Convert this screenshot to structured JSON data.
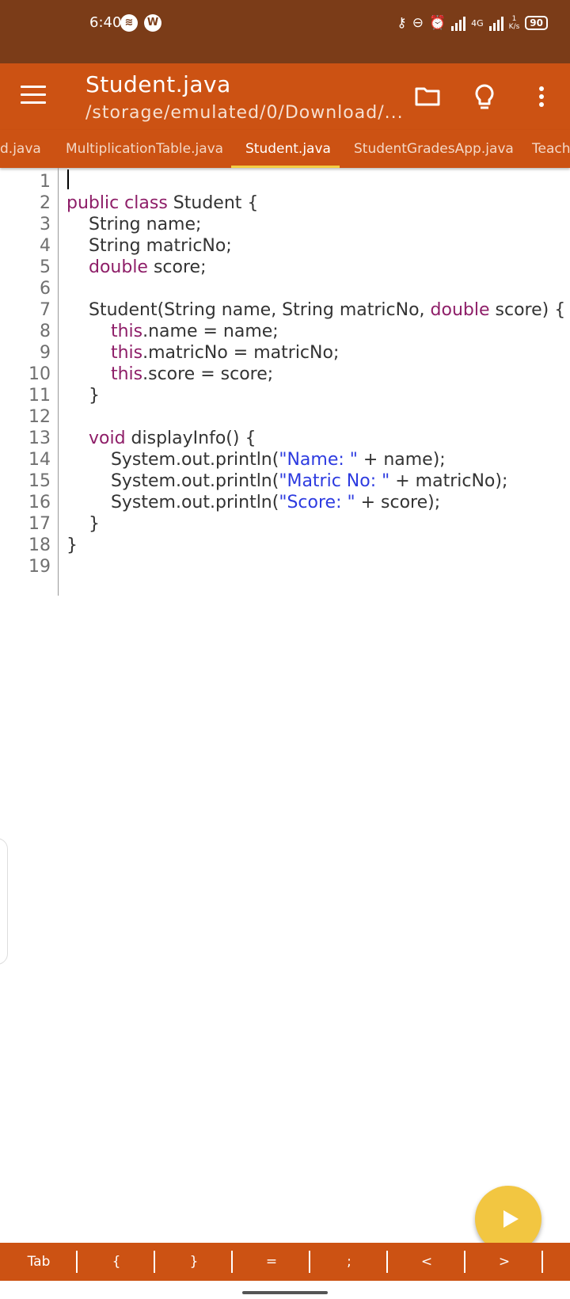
{
  "status_bar": {
    "time": "6:40",
    "network": "4G",
    "speed_value": "1",
    "speed_unit": "K/s",
    "battery": "90"
  },
  "app_bar": {
    "title": "Student.java",
    "subtitle": "/storage/emulated/0/Download/..."
  },
  "tabs": [
    {
      "label": "d.java"
    },
    {
      "label": "MultiplicationTable.java"
    },
    {
      "label": "Student.java"
    },
    {
      "label": "StudentGradesApp.java"
    },
    {
      "label": "Teach"
    }
  ],
  "editor": {
    "line_numbers": [
      "1",
      "2",
      "3",
      "4",
      "5",
      "6",
      "7",
      "8",
      "9",
      "10",
      "11",
      "12",
      "13",
      "14",
      "15",
      "16",
      "17",
      "18",
      "19"
    ],
    "lines": [
      [],
      [
        {
          "t": "public class",
          "k": "kw"
        },
        {
          "t": " Student {",
          "k": "p"
        }
      ],
      [
        {
          "t": "    String name;",
          "k": "p"
        }
      ],
      [
        {
          "t": "    String matricNo;",
          "k": "p"
        }
      ],
      [
        {
          "t": "    ",
          "k": "p"
        },
        {
          "t": "double",
          "k": "kw"
        },
        {
          "t": " score;",
          "k": "p"
        }
      ],
      [],
      [
        {
          "t": "    Student(String name, String matricNo, ",
          "k": "p"
        },
        {
          "t": "double",
          "k": "kw"
        },
        {
          "t": " score) {",
          "k": "p"
        }
      ],
      [
        {
          "t": "        ",
          "k": "p"
        },
        {
          "t": "this",
          "k": "kw"
        },
        {
          "t": ".name = name;",
          "k": "p"
        }
      ],
      [
        {
          "t": "        ",
          "k": "p"
        },
        {
          "t": "this",
          "k": "kw"
        },
        {
          "t": ".matricNo = matricNo;",
          "k": "p"
        }
      ],
      [
        {
          "t": "        ",
          "k": "p"
        },
        {
          "t": "this",
          "k": "kw"
        },
        {
          "t": ".score = score;",
          "k": "p"
        }
      ],
      [
        {
          "t": "    }",
          "k": "p"
        }
      ],
      [],
      [
        {
          "t": "    ",
          "k": "p"
        },
        {
          "t": "void",
          "k": "kw"
        },
        {
          "t": " displayInfo() {",
          "k": "p"
        }
      ],
      [
        {
          "t": "        System.out.println(",
          "k": "p"
        },
        {
          "t": "\"Name: \"",
          "k": "str"
        },
        {
          "t": " + name);",
          "k": "p"
        }
      ],
      [
        {
          "t": "        System.out.println(",
          "k": "p"
        },
        {
          "t": "\"Matric No: \"",
          "k": "str"
        },
        {
          "t": " + matricNo);",
          "k": "p"
        }
      ],
      [
        {
          "t": "        System.out.println(",
          "k": "p"
        },
        {
          "t": "\"Score: \"",
          "k": "str"
        },
        {
          "t": " + score);",
          "k": "p"
        }
      ],
      [
        {
          "t": "    }",
          "k": "p"
        }
      ],
      [
        {
          "t": "}",
          "k": "p"
        }
      ],
      []
    ]
  },
  "symbol_bar": {
    "keys": [
      "Tab",
      "{",
      "}",
      "=",
      ";",
      "<",
      ">"
    ]
  },
  "colors": {
    "status_bar": "#7b3c18",
    "app_bar": "#cc5213",
    "accent": "#f2c641",
    "keyword": "#8e1e68",
    "string": "#2d3be0"
  },
  "icons": {
    "menu": "hamburger-menu-icon",
    "folder": "folder-icon",
    "bulb": "lightbulb-icon",
    "more": "more-vert-icon",
    "run": "play-icon"
  }
}
